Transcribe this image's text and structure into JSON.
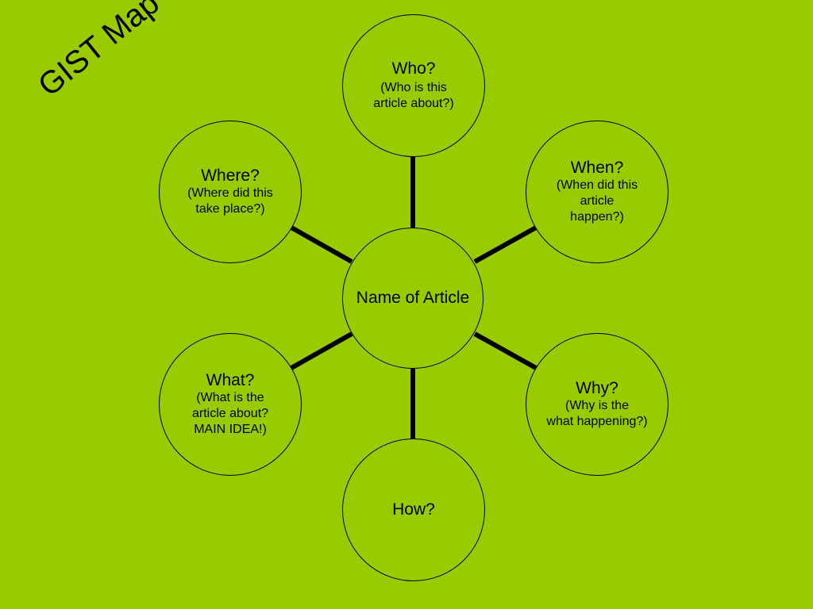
{
  "page_title": "GIST Map",
  "colors": {
    "background": "#99cc00",
    "stroke": "#000000"
  },
  "center_node": {
    "label": "Name of Article"
  },
  "nodes": {
    "who": {
      "title": "Who?",
      "subtitle": "(Who is this\narticle about?)"
    },
    "when": {
      "title": "When?",
      "subtitle": "(When did this\narticle\nhappen?)"
    },
    "where": {
      "title": "Where?",
      "subtitle": "(Where did this\ntake place?)"
    },
    "what": {
      "title": "What?",
      "subtitle": "(What is the\narticle about?\nMAIN IDEA!)"
    },
    "why": {
      "title": "Why?",
      "subtitle": "(Why is the\nwhat happening?)"
    },
    "how": {
      "title": "How?"
    }
  }
}
